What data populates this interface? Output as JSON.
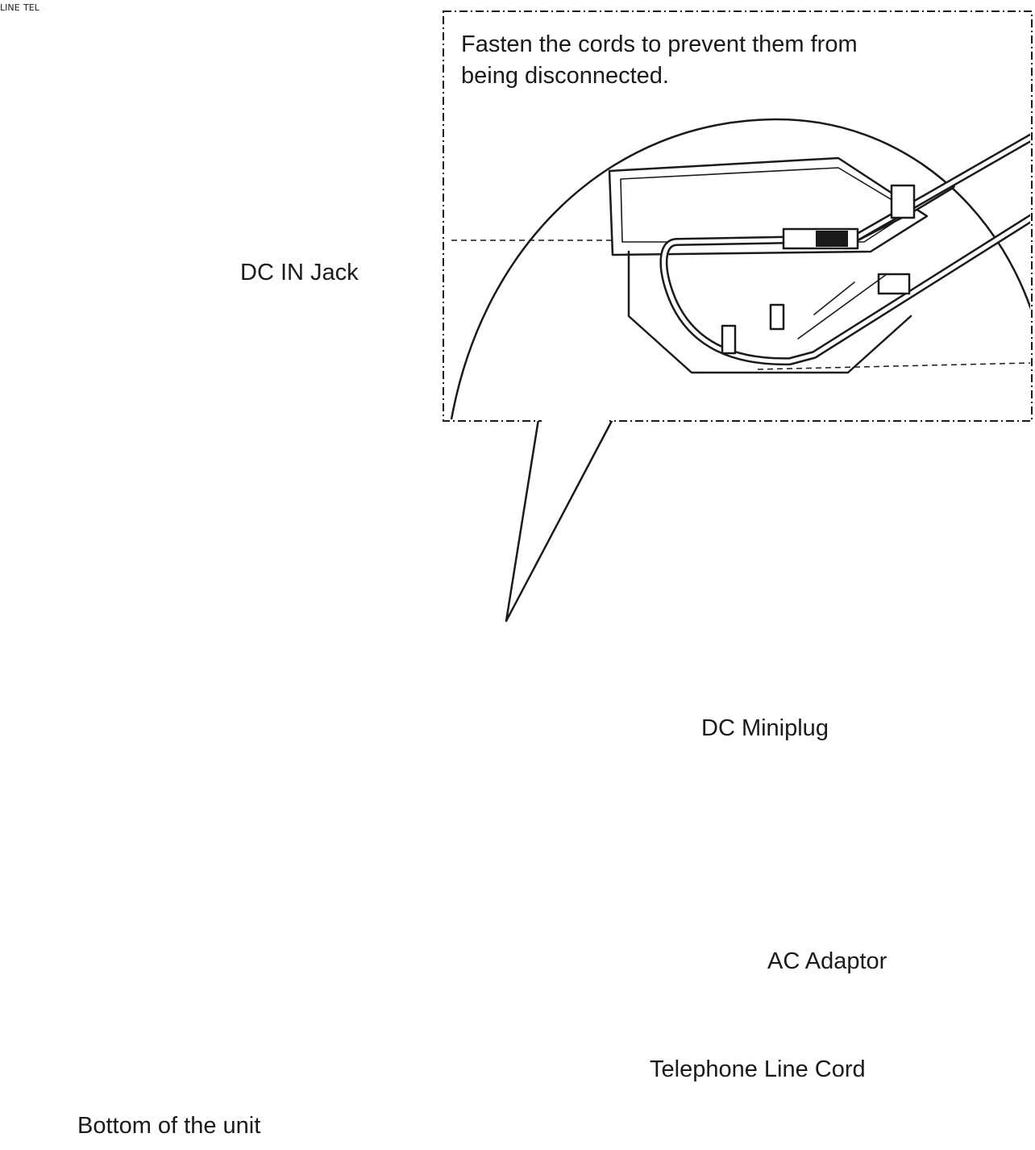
{
  "callout": {
    "text": "Fasten the cords to prevent them from\nbeing disconnected."
  },
  "labels": {
    "dc_in_jack": "DC IN Jack",
    "dc_miniplug": "DC Miniplug",
    "ac_adaptor": "AC Adaptor",
    "telephone_line_cord": "Telephone Line Cord",
    "bottom_of_unit": "Bottom of the unit"
  },
  "jack_marks": {
    "line": "LINE",
    "tel": "TEL"
  }
}
